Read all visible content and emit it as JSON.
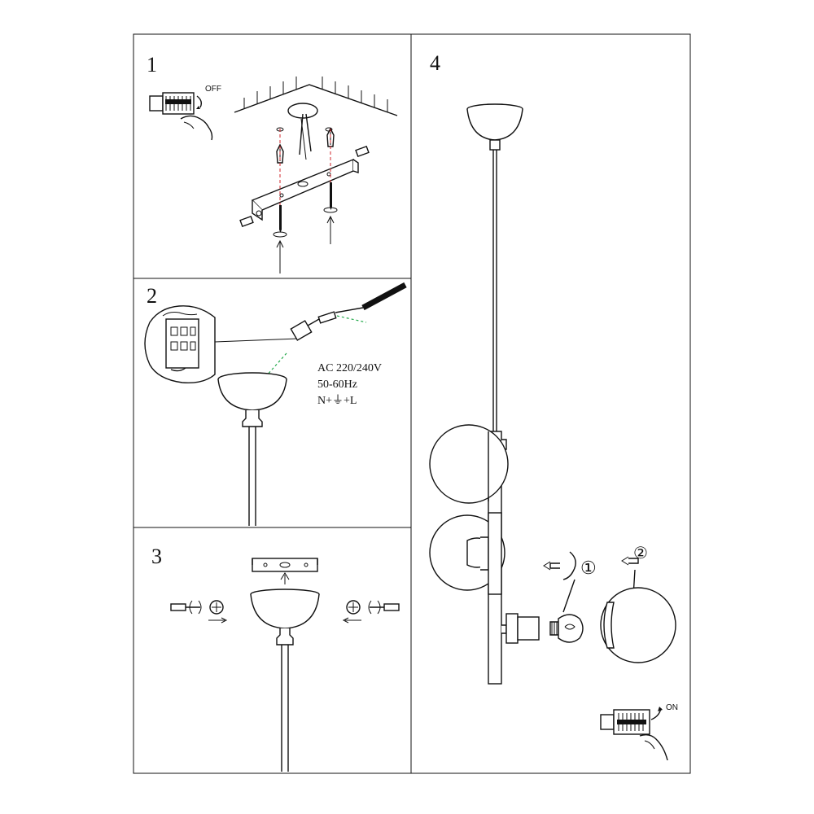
{
  "steps": [
    {
      "number": "1",
      "switch_label": "OFF"
    },
    {
      "number": "2",
      "voltage": "AC 220/240V",
      "frequency": "50-60Hz",
      "wiring": "N+⏚+L"
    },
    {
      "number": "3"
    },
    {
      "number": "4",
      "circle_1": "①",
      "circle_2": "②",
      "switch_label": "ON"
    }
  ],
  "icons": {
    "step1": [
      "switch-off-icon",
      "hand-icon",
      "ceiling-icon",
      "mounting-bracket-icon",
      "wall-anchor-icon",
      "screw-icon"
    ],
    "step2": [
      "terminal-block-icon",
      "cable-icon",
      "canopy-icon"
    ],
    "step3": [
      "screwdriver-icon",
      "bracket-icon",
      "canopy-icon",
      "arrow-icon"
    ],
    "step4": [
      "pendant-lamp-icon",
      "glass-globe-icon",
      "bulb-icon",
      "rotate-icon",
      "switch-on-icon"
    ]
  },
  "colors": {
    "line": "#111111",
    "guide_red": "#d2262b",
    "wire_green": "#22a84a",
    "background": "#ffffff"
  }
}
